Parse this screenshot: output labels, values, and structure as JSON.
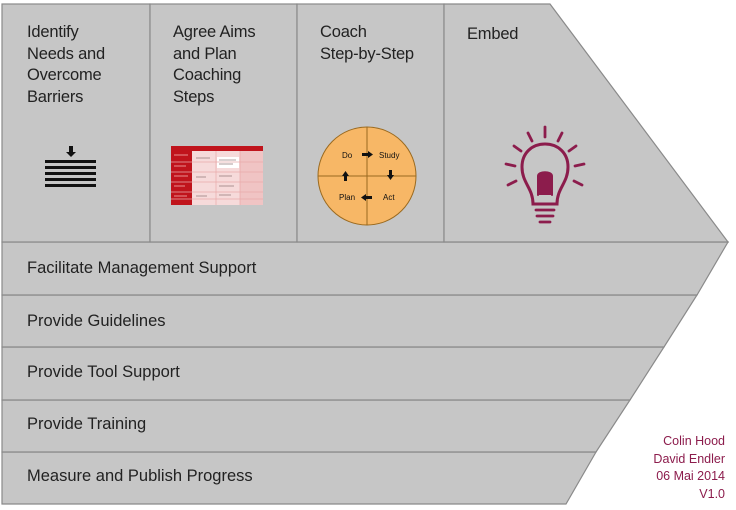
{
  "stages": [
    {
      "title": "Identify\nNeeds and\nOvercome\nBarriers",
      "icon": "barrier-lines-icon"
    },
    {
      "title": "Agree Aims\nand Plan\nCoaching\nSteps",
      "icon": "coaching-plan-table-thumbnail"
    },
    {
      "title": "Coach\nStep-by-Step",
      "icon": "pdsa-cycle-circle"
    },
    {
      "title": "Embed",
      "icon": "lightbulb-icon"
    }
  ],
  "pdsa": {
    "do": "Do",
    "study": "Study",
    "plan": "Plan",
    "act": "Act"
  },
  "support_activities": [
    "Facilitate Management Support",
    "Provide Guidelines",
    "Provide Tool Support",
    "Provide Training",
    "Measure and Publish Progress"
  ],
  "credits": [
    "Colin Hood",
    "David Endler",
    "06 Mai 2014",
    "V1.0"
  ],
  "colors": {
    "panel": "#c6c6c6",
    "border": "#8a8a8a",
    "text": "#222222",
    "credits": "#8c1c4c",
    "pdsa_fill": "#f7b766",
    "bulb": "#8c1c4c",
    "table_red": "#c0141c"
  }
}
